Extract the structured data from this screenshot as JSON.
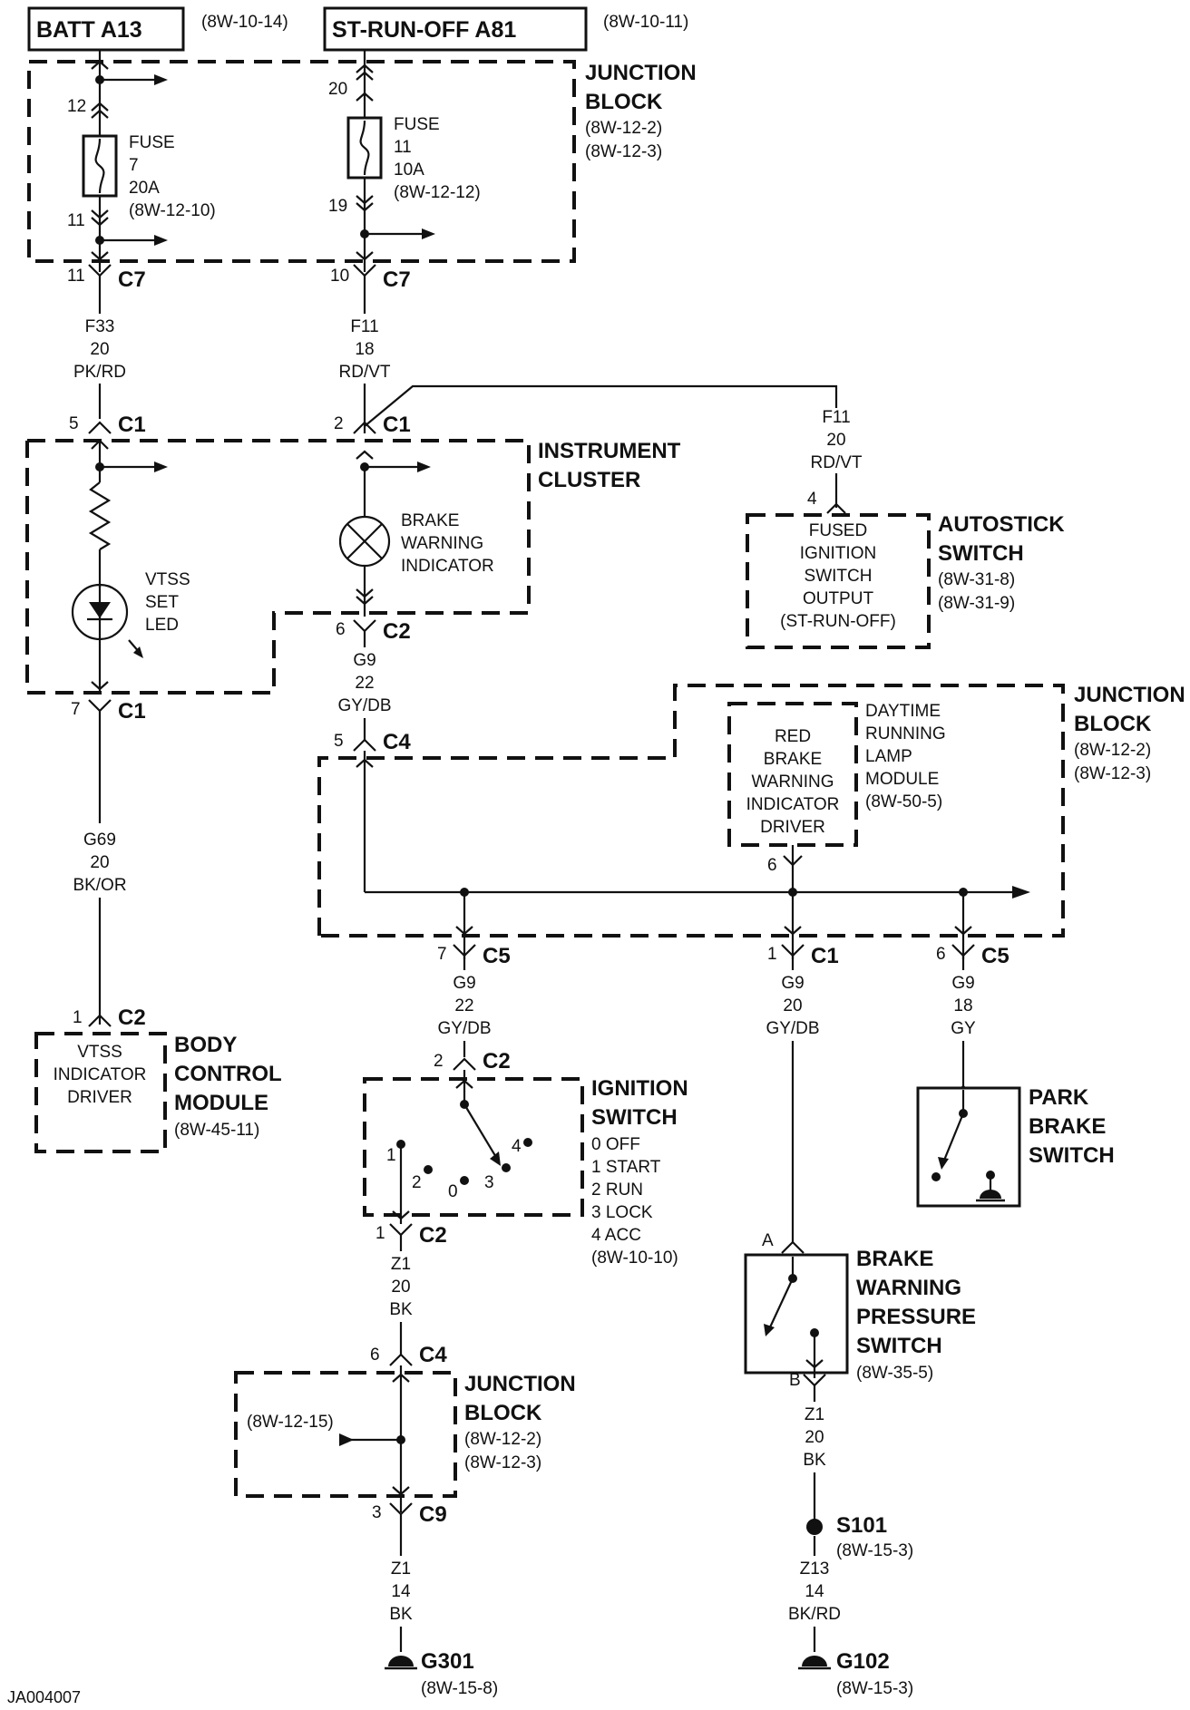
{
  "figure_id": "JA004007",
  "power": {
    "batt": {
      "label": "BATT A13",
      "ref": "(8W-10-14)"
    },
    "strun": {
      "label": "ST-RUN-OFF A81",
      "ref": "(8W-10-11)"
    }
  },
  "jb_top": {
    "name1": "JUNCTION",
    "name2": "BLOCK",
    "ref1": "(8W-12-2)",
    "ref2": "(8W-12-3)",
    "fuse7": {
      "l1": "FUSE",
      "l2": "7",
      "l3": "20A",
      "l4": "(8W-12-10)",
      "pin_in": "12",
      "pin_out": "11"
    },
    "fuse11": {
      "l1": "FUSE",
      "l2": "11",
      "l3": "10A",
      "l4": "(8W-12-12)",
      "pin_in": "20",
      "pin_out": "19"
    }
  },
  "c7a": {
    "pin": "11",
    "conn": "C7"
  },
  "c7b": {
    "pin": "10",
    "conn": "C7"
  },
  "wire_f33": {
    "circuit": "F33",
    "gauge": "20",
    "color": "PK/RD"
  },
  "wire_f11a": {
    "circuit": "F11",
    "gauge": "18",
    "color": "RD/VT"
  },
  "wire_f11b": {
    "circuit": "F11",
    "gauge": "20",
    "color": "RD/VT"
  },
  "c1_5": {
    "pin": "5",
    "conn": "C1"
  },
  "c1_2": {
    "pin": "2",
    "conn": "C1"
  },
  "cluster": {
    "name1": "INSTRUMENT",
    "name2": "CLUSTER",
    "led1": "VTSS",
    "led2": "SET",
    "led3": "LED",
    "ind1": "BRAKE",
    "ind2": "WARNING",
    "ind3": "INDICATOR"
  },
  "autostick": {
    "pin": "4",
    "name1": "AUTOSTICK",
    "name2": "SWITCH",
    "ref1": "(8W-31-8)",
    "ref2": "(8W-31-9)",
    "l1": "FUSED",
    "l2": "IGNITION",
    "l3": "SWITCH",
    "l4": "OUTPUT",
    "l5": "(ST-RUN-OFF)"
  },
  "c2_6": {
    "pin": "6",
    "conn": "C2"
  },
  "c1_7": {
    "pin": "7",
    "conn": "C1"
  },
  "wire_g9a": {
    "circuit": "G9",
    "gauge": "22",
    "color": "GY/DB"
  },
  "wire_g69": {
    "circuit": "G69",
    "gauge": "20",
    "color": "BK/OR"
  },
  "c4_5": {
    "pin": "5",
    "conn": "C4"
  },
  "jb_mid": {
    "name1": "JUNCTION",
    "name2": "BLOCK",
    "ref1": "(8W-12-2)",
    "ref2": "(8W-12-3)",
    "drv1": "RED",
    "drv2": "BRAKE",
    "drv3": "WARNING",
    "drv4": "INDICATOR",
    "drv5": "DRIVER",
    "mod1": "DAYTIME",
    "mod2": "RUNNING",
    "mod3": "LAMP",
    "mod4": "MODULE",
    "mod5": "(8W-50-5)",
    "drv_pin": "6"
  },
  "c5_7": {
    "pin": "7",
    "conn": "C5"
  },
  "c1_1": {
    "pin": "1",
    "conn": "C1"
  },
  "c5_6": {
    "pin": "6",
    "conn": "C5"
  },
  "wire_g9b": {
    "circuit": "G9",
    "gauge": "22",
    "color": "GY/DB"
  },
  "wire_g9c": {
    "circuit": "G9",
    "gauge": "20",
    "color": "GY/DB"
  },
  "wire_g9d": {
    "circuit": "G9",
    "gauge": "18",
    "color": "GY"
  },
  "bcm": {
    "pin": "1",
    "conn": "C2",
    "l1": "VTSS",
    "l2": "INDICATOR",
    "l3": "DRIVER",
    "name1": "BODY",
    "name2": "CONTROL",
    "name3": "MODULE",
    "ref": "(8W-45-11)"
  },
  "ign": {
    "pin_top": "2",
    "conn_top": "C2",
    "pin_bot": "1",
    "conn_bot": "C2",
    "name1": "IGNITION",
    "name2": "SWITCH",
    "pos": [
      "0 OFF",
      "1 START",
      "2 RUN",
      "3 LOCK",
      "4 ACC"
    ],
    "ref": "(8W-10-10)",
    "n0": "0",
    "n1": "1",
    "n2": "2",
    "n3": "3",
    "n4": "4"
  },
  "park": {
    "name1": "PARK",
    "name2": "BRAKE",
    "name3": "SWITCH"
  },
  "bwps": {
    "pin_a": "A",
    "pin_b": "B",
    "name1": "BRAKE",
    "name2": "WARNING",
    "name3": "PRESSURE",
    "name4": "SWITCH",
    "ref": "(8W-35-5)"
  },
  "wire_z1a": {
    "circuit": "Z1",
    "gauge": "20",
    "color": "BK"
  },
  "wire_z1b": {
    "circuit": "Z1",
    "gauge": "20",
    "color": "BK"
  },
  "c4_6": {
    "pin": "6",
    "conn": "C4"
  },
  "jb_low": {
    "name1": "JUNCTION",
    "name2": "BLOCK",
    "ref1": "(8W-12-2)",
    "ref2": "(8W-12-3)",
    "ref_in": "(8W-12-15)"
  },
  "c9_3": {
    "pin": "3",
    "conn": "C9"
  },
  "wire_z1c": {
    "circuit": "Z1",
    "gauge": "14",
    "color": "BK"
  },
  "wire_z13": {
    "circuit": "Z13",
    "gauge": "14",
    "color": "BK/RD"
  },
  "s101": {
    "label": "S101",
    "ref": "(8W-15-3)"
  },
  "g301": {
    "label": "G301",
    "ref": "(8W-15-8)"
  },
  "g102": {
    "label": "G102",
    "ref": "(8W-15-3)"
  }
}
